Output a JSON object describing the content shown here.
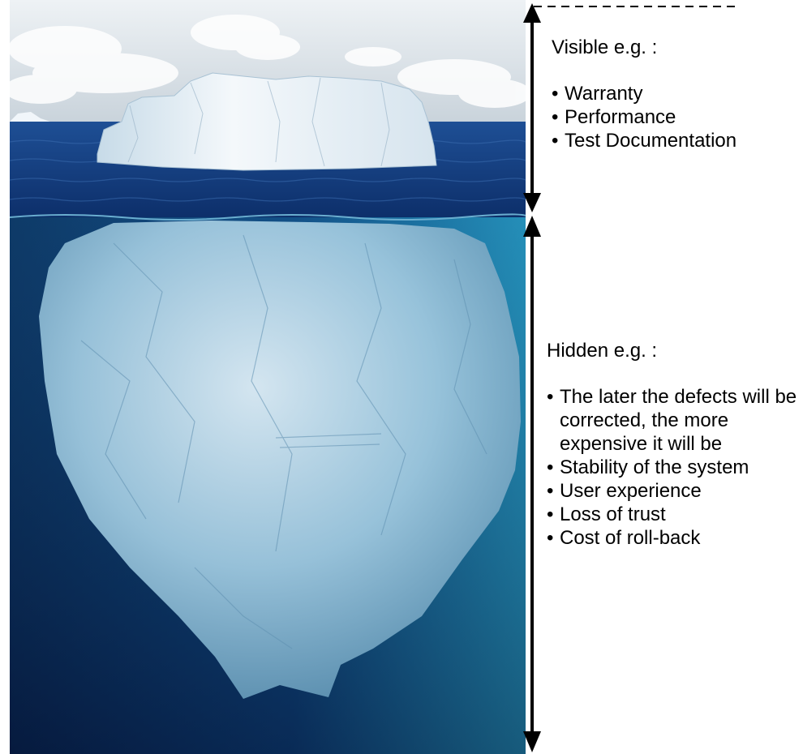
{
  "visible": {
    "heading": "Visible e.g. :",
    "items": [
      "Warranty",
      "Performance",
      "Test Documentation"
    ]
  },
  "hidden": {
    "heading": "Hidden e.g. :",
    "items": [
      "The later the defects will be corrected, the more expensive it will be",
      "Stability of the system",
      "User experience",
      "Loss of trust",
      "Cost of roll-back"
    ]
  },
  "colors": {
    "sky": "#dfe6ec",
    "sea_surface": "#123a78",
    "deep_water": "#0b2a55",
    "light_water": "#2a97bf",
    "ice": "#e8f2f8",
    "arrow": "#000000"
  }
}
